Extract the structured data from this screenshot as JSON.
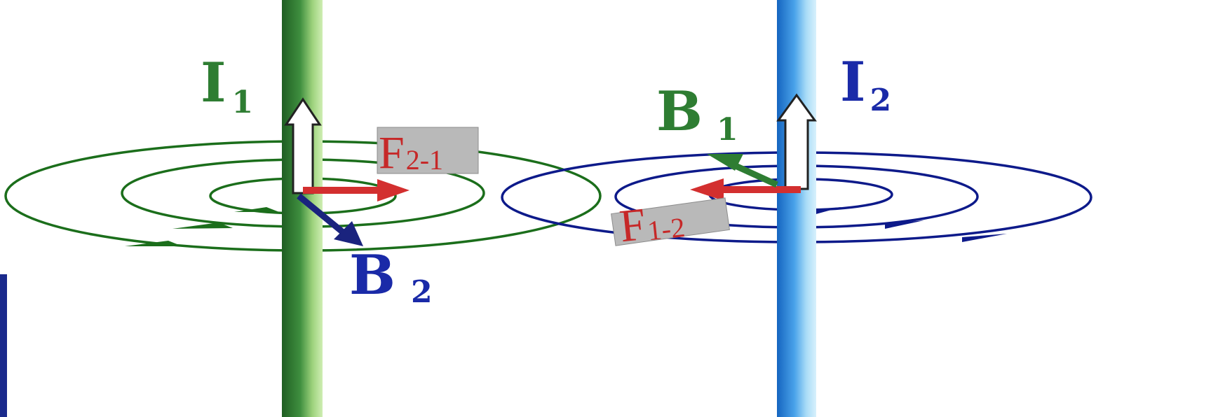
{
  "colors": {
    "wire1": "#2e7d32",
    "wire2": "#1e88e5",
    "field1": "#1b6e1b",
    "field2": "#0d1a8a",
    "force": "#d32f2f",
    "b1_arrow": "#2e7d32",
    "b2_arrow": "#1a237e",
    "label_box": "#b9b9b9"
  },
  "labels": {
    "i1": {
      "main": "I",
      "sub": "1"
    },
    "i2": {
      "main": "I",
      "sub": "2"
    },
    "b1": {
      "main": "B",
      "sub": "1"
    },
    "b2": {
      "main": "B",
      "sub": "2"
    },
    "f21": {
      "main": "F",
      "sub": "2-1"
    },
    "f12": {
      "main": "F",
      "sub": "1-2"
    }
  }
}
